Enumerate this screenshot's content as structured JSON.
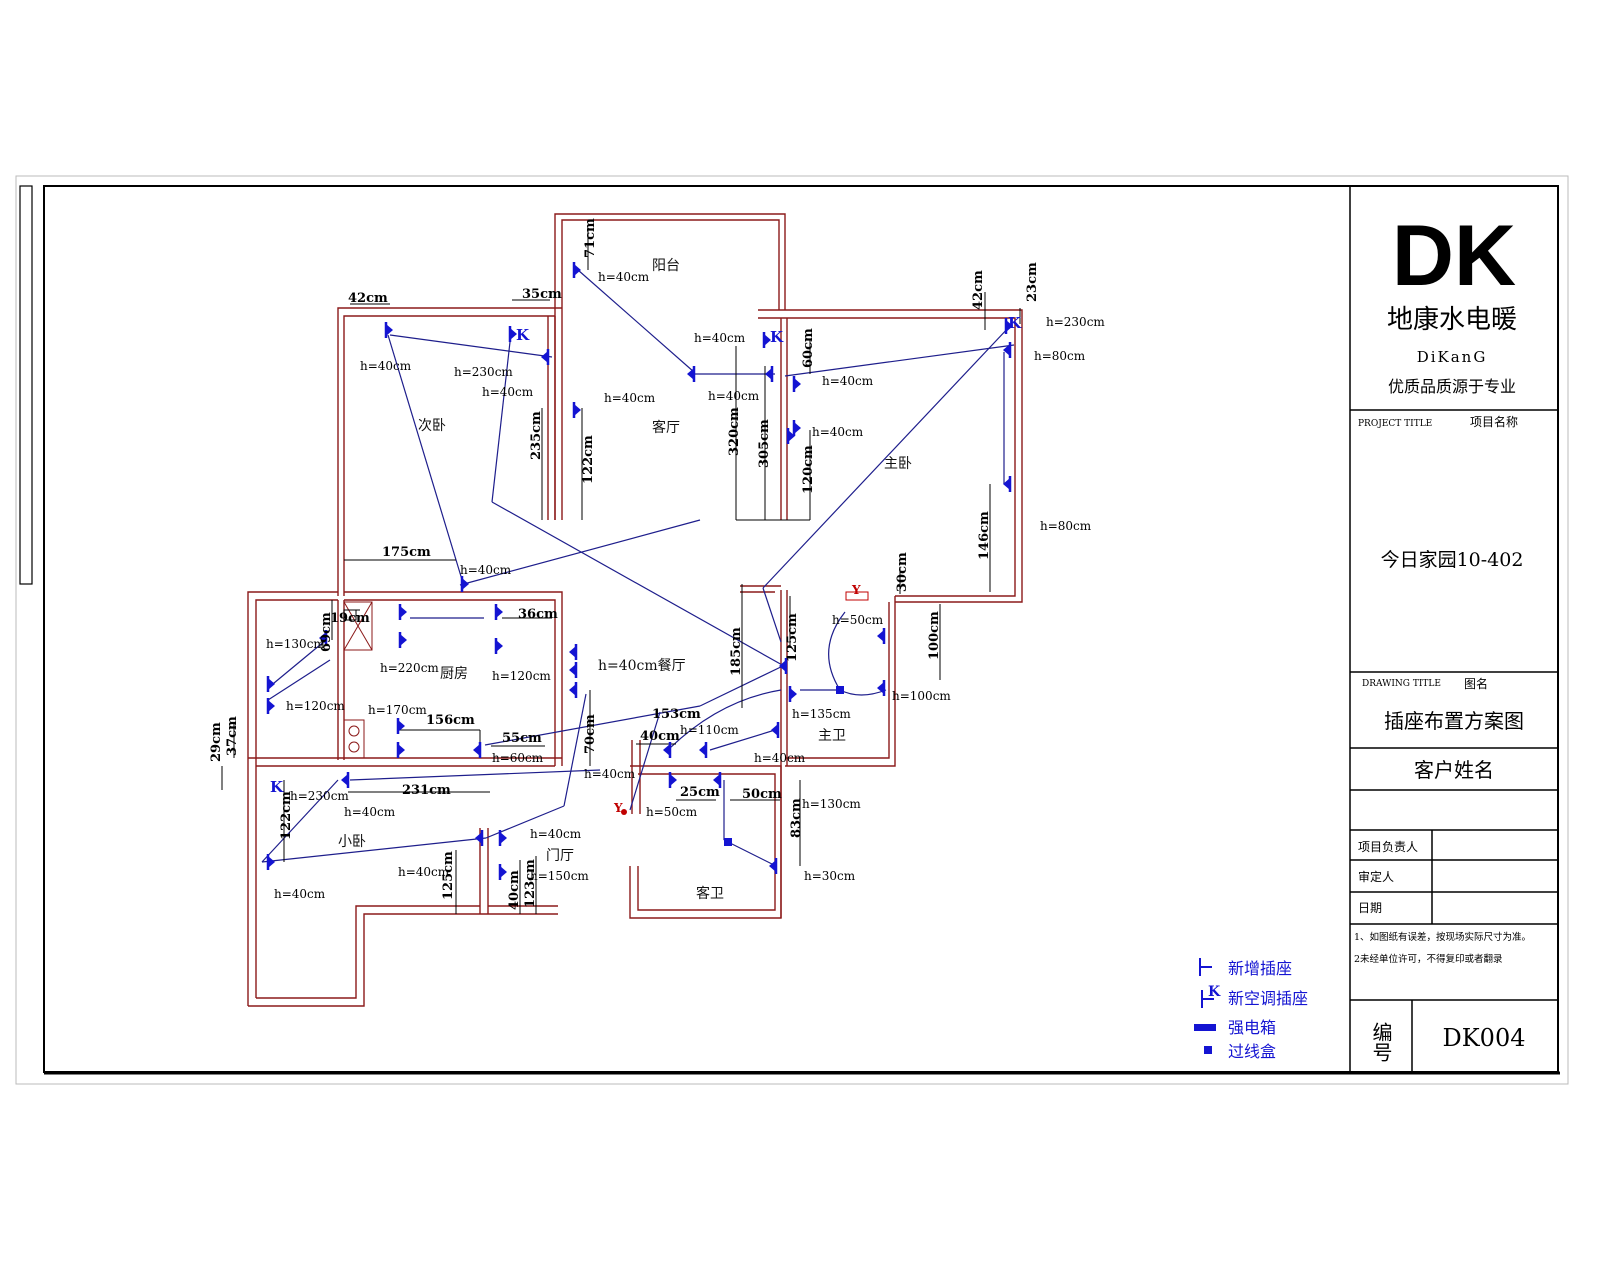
{
  "title_block": {
    "logo": "DK",
    "company_cn": "地康水电暖",
    "company_en": "DiKanG",
    "slogan": "优质品质源于专业",
    "project_title_label": "PROJECT TITLE",
    "project_title_cn": "项目名称",
    "project_name": "今日家园10-402",
    "drawing_title_label": "DRAWING TITLE",
    "drawing_title_cn": "图名",
    "drawing_name": "插座布置方案图",
    "client_label": "客户姓名",
    "manager_label": "项目负责人",
    "reviewer_label": "审定人",
    "date_label": "日期",
    "note1": "1、如图纸有误差，按现场实际尺寸为准。",
    "note2": "2未经单位许可，不得复印或者翻录",
    "number_label": "编号",
    "number_value": "DK004"
  },
  "legend": {
    "items": [
      {
        "label": "新增插座",
        "icon": "outlet-symbol"
      },
      {
        "label": "新空调插座",
        "icon": "ac-outlet-symbol"
      },
      {
        "label": "强电箱",
        "icon": "distribution-box-symbol"
      },
      {
        "label": "过线盒",
        "icon": "junction-box-symbol"
      }
    ]
  },
  "rooms": {
    "balcony": "阳台",
    "living": "客厅",
    "master_bed": "主卧",
    "second_bed": "次卧",
    "kitchen": "厨房",
    "dining": "h=40cm餐厅",
    "master_bath": "主卫",
    "small_bed": "小卧",
    "entry": "门厅",
    "guest_bath": "客卫"
  },
  "heights": {
    "balcony_outlet": "h=40cm",
    "second_bed_outlet": "h=40cm",
    "second_bed_ac": "h=230cm",
    "second_bed_tv": "h=40cm",
    "living_left": "h=40cm",
    "living_right_top": "h=40cm",
    "living_right_mid": "h=40cm",
    "master_bed_a": "h=40cm",
    "master_bed_b": "h=40cm",
    "master_ac": "h=230cm",
    "master_bed_c": "h=80cm",
    "master_bed_d": "h=80cm",
    "corridor": "h=40cm",
    "kitchen_left": "h=130cm",
    "kitchen_hood": "h=220cm",
    "kitchen_right": "h=120cm",
    "kitchen_low": "h=120cm",
    "kitchen_fridge": "h=170cm",
    "kitchen_bottom": "h=60cm",
    "dining_bottom": "h=40cm",
    "master_bath_top": "h=50cm",
    "master_bath_a": "h=135cm",
    "master_bath_b": "h=100cm",
    "master_bath_c": "h=110cm",
    "master_bath_d": "h=40cm",
    "guest_bath_a": "h=50cm",
    "guest_bath_b": "h=130cm",
    "guest_bath_c": "h=30cm",
    "small_bed_ac": "h=230cm",
    "small_bed_a": "h=40cm",
    "small_bed_b": "h=40cm",
    "entry_a": "h=40cm",
    "entry_b": "h=40cm",
    "entry_c": "h=150cm"
  },
  "dims": {
    "d42a": "42cm",
    "d35": "35cm",
    "d71": "71cm",
    "d235": "235cm",
    "d122a": "122cm",
    "d320": "320cm",
    "d305": "305cm",
    "d60": "60cm",
    "d120": "120cm",
    "d42b": "42cm",
    "d23": "23cm",
    "d146": "146cm",
    "d30": "30cm",
    "d100": "100cm",
    "d175": "175cm",
    "d19": "19cm",
    "d69": "69cm",
    "d36": "36cm",
    "d156": "156cm",
    "d55": "55cm",
    "d29": "29cm",
    "d37": "37cm",
    "d185": "185cm",
    "d125a": "125cm",
    "d153": "153cm",
    "d70": "70cm",
    "d40a": "40cm",
    "d231": "231cm",
    "d25": "25cm",
    "d50": "50cm",
    "d83": "83cm",
    "d122b": "122cm",
    "d125b": "125cm",
    "d40b": "40cm",
    "d123": "123cm"
  },
  "markers": {
    "k": "K",
    "y": "Y"
  },
  "colors": {
    "wall": "#8b1a1a",
    "wire": "#1e1e8c",
    "outlet": "#1414d2",
    "border": "#000000"
  }
}
